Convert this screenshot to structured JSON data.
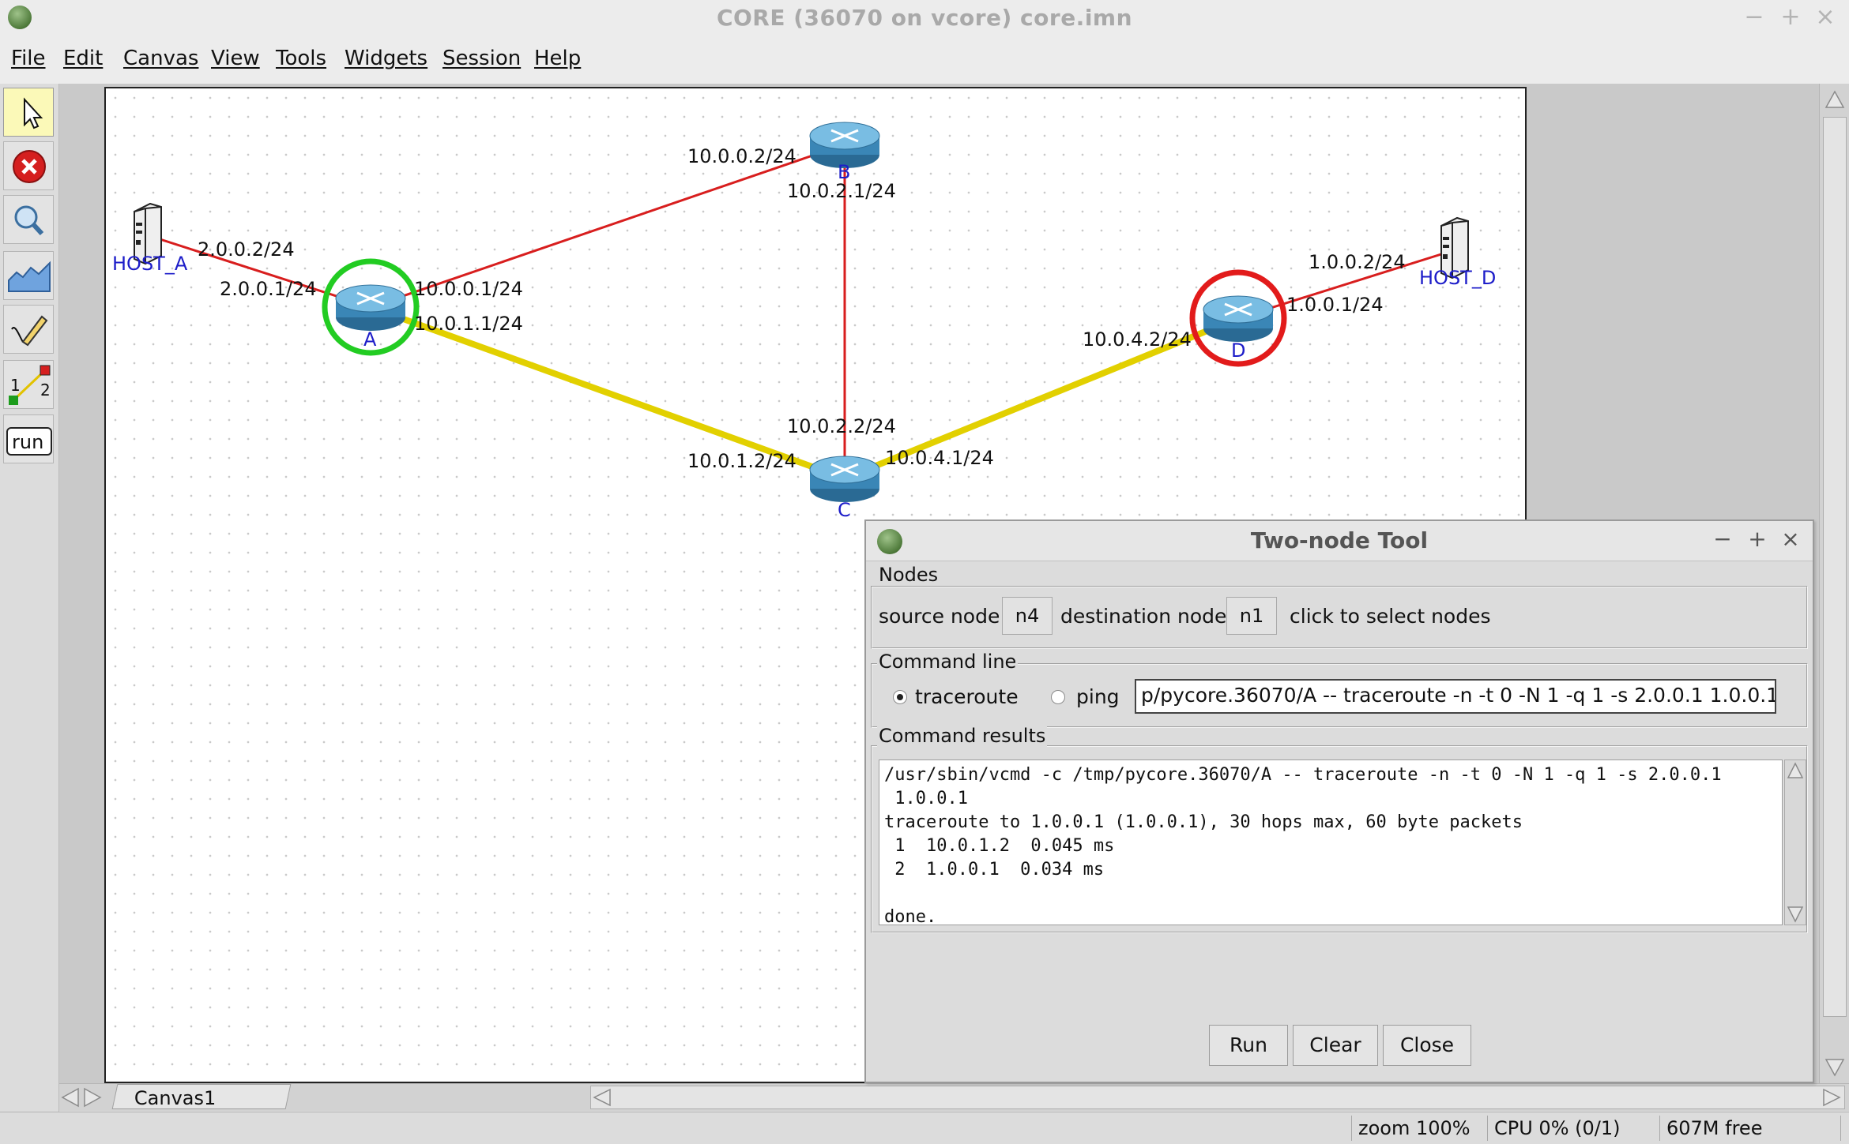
{
  "window": {
    "title": "CORE (36070 on vcore) core.imn",
    "controls": {
      "minimize": "−",
      "maximize": "+",
      "close": "×"
    }
  },
  "menu": [
    "File",
    "Edit",
    "Canvas",
    "View",
    "Tools",
    "Widgets",
    "Session",
    "Help"
  ],
  "toolbar": {
    "tools": [
      "select-tool",
      "stop-tool",
      "zoom-tool",
      "throughput-tool",
      "draw-tool",
      "two-node-tool",
      "run-tool"
    ],
    "two_node_label_a": "1",
    "two_node_label_b": "2",
    "run_label": "run"
  },
  "canvas": {
    "nodes": {
      "host_a": "HOST_A",
      "host_d": "HOST_D",
      "a": "A",
      "b": "B",
      "c": "C",
      "d": "D"
    },
    "interfaces": {
      "host_a_eth": "2.0.0.2/24",
      "a_to_host_a": "2.0.0.1/24",
      "a_to_b": "10.0.0.1/24",
      "a_to_c": "10.0.1.1/24",
      "b_to_a": "10.0.0.2/24",
      "b_to_c": "10.0.2.1/24",
      "c_to_b": "10.0.2.2/24",
      "c_to_a": "10.0.1.2/24",
      "c_to_d": "10.0.4.1/24",
      "d_to_c": "10.0.4.2/24",
      "d_to_host_d": "1.0.0.1/24",
      "host_d_eth": "1.0.0.2/24"
    },
    "colors": {
      "link": "#d81e1e",
      "highlight_path": "#e2d000",
      "source_ring": "#22cc22",
      "dest_ring": "#e21b1b",
      "node_label": "#1d1dc9"
    }
  },
  "tabs": {
    "canvas1": "Canvas1"
  },
  "status": {
    "zoom": "zoom 100%",
    "cpu": "CPU 0% (0/1)",
    "mem": "607M free"
  },
  "dialog": {
    "title": "Two-node Tool",
    "nodes_frame": "Nodes",
    "source_label": "source node",
    "source_value": "n4",
    "dest_label": "destination node",
    "dest_value": "n1",
    "hint": "click to select nodes",
    "cmdline_frame": "Command line",
    "radio_traceroute": "traceroute",
    "radio_ping": "ping",
    "selected_mode": "traceroute",
    "command": "p/pycore.36070/A -- traceroute -n -t 0 -N 1 -q 1 -s 2.0.0.1 1.0.0.1",
    "results_frame": "Command results",
    "results_text": "/usr/sbin/vcmd -c /tmp/pycore.36070/A -- traceroute -n -t 0 -N 1 -q 1 -s 2.0.0.1\n 1.0.0.1\ntraceroute to 1.0.0.1 (1.0.0.1), 30 hops max, 60 byte packets\n 1  10.0.1.2  0.045 ms\n 2  1.0.0.1  0.034 ms\n\ndone.",
    "buttons": {
      "run": "Run",
      "clear": "Clear",
      "close": "Close"
    }
  }
}
